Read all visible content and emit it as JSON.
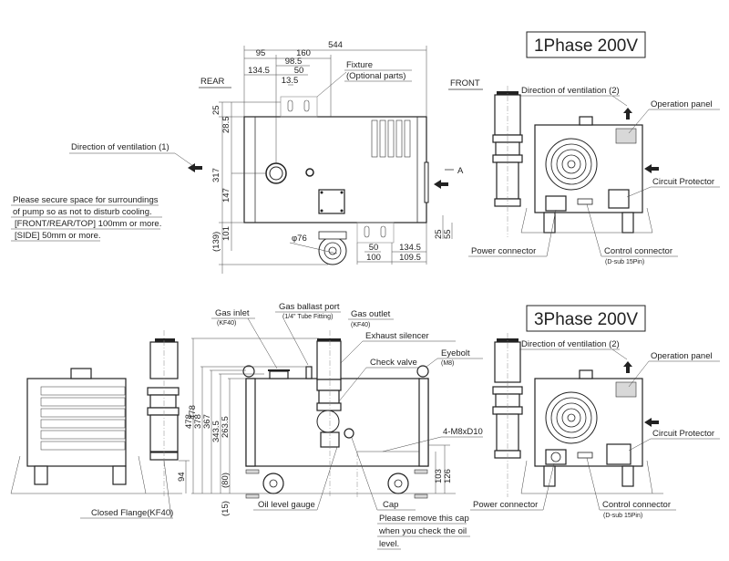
{
  "titles": {
    "phase1": "1Phase 200V",
    "phase3": "3Phase 200V"
  },
  "views": {
    "rear": "REAR",
    "front": "FRONT",
    "arrow_a": "A"
  },
  "notes": {
    "space_lines": [
      "Please secure space for surroundings",
      "of pump so as not to disturb cooling.",
      "[FRONT/REAR/TOP] 100mm or more.",
      "[SIDE] 50mm or more."
    ],
    "cap_lines": [
      "Please remove this cap",
      "when you check the oil",
      "level."
    ]
  },
  "labels": {
    "fixture": "Fixture",
    "fixture_sub": "(Optional parts)",
    "vent1": "Direction of ventilation (1)",
    "vent2": "Direction of ventilation (2)",
    "operation_panel": "Operation panel",
    "circuit_protector": "Circuit Protector",
    "power_connector": "Power connector",
    "control_connector": "Control connector",
    "control_connector_sub": "(D-sub 15Pin)",
    "gas_inlet": "Gas inlet",
    "gas_inlet_sub": "(KF40)",
    "gas_ballast": "Gas ballast port",
    "gas_ballast_sub": "(1/4\" Tube Fitting)",
    "gas_outlet": "Gas outlet",
    "gas_outlet_sub": "(KF40)",
    "exhaust_silencer": "Exhaust silencer",
    "check_valve": "Check valve",
    "eyebolt": "Eyebolt",
    "eyebolt_sub": "(M8)",
    "bolt_holes": "4-M8xD10",
    "oil_level_gauge": "Oil level gauge",
    "cap": "Cap",
    "closed_flange": "Closed Flange(KF40)"
  },
  "dimensions": {
    "top": {
      "overall_width": "544",
      "d95": "95",
      "d160": "160",
      "d98_5": "98.5",
      "d134_5": "134.5",
      "d50": "50",
      "d13_5": "13.5"
    },
    "left": {
      "d25": "25",
      "d28_5": "28.5",
      "d317": "317",
      "d147": "147",
      "d139": "(139)",
      "d101": "101"
    },
    "bottom": {
      "phi76": "φ76",
      "d50": "50",
      "d100": "100",
      "d134_5": "134.5",
      "d109_5": "109.5",
      "d25": "25",
      "d55": "55"
    },
    "side": {
      "d478": "478",
      "d378": "378",
      "d367": "367",
      "d343_5": "343.5",
      "d263_5": "263.5",
      "d80": "(80)",
      "d15": "(15)",
      "d103": "103",
      "d126": "126",
      "d94": "94",
      "d478_left": "478"
    }
  }
}
